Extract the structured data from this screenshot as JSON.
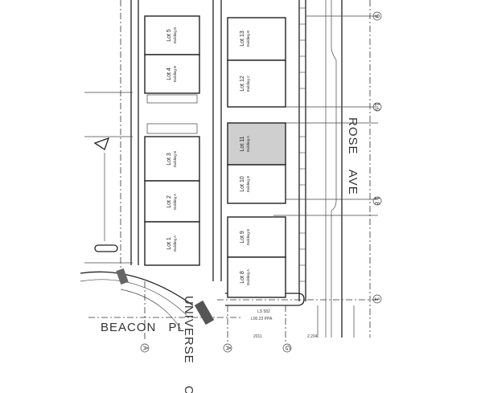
{
  "streets": {
    "rose_ave": "ROSE AVE",
    "beacon_pl": "BEACON PL",
    "universe_cir": "UNIVERSE CIR"
  },
  "lots": [
    {
      "label": "Lot 5",
      "building": "Building B",
      "highlighted": false
    },
    {
      "label": "Lot 4",
      "building": "Building B",
      "highlighted": false
    },
    {
      "label": "Lot 3",
      "building": "Building B",
      "highlighted": false
    },
    {
      "label": "Lot 2",
      "building": "Building A",
      "highlighted": false
    },
    {
      "label": "Lot 1",
      "building": "Building A",
      "highlighted": false
    },
    {
      "label": "Lot 13",
      "building": "Building B",
      "highlighted": false
    },
    {
      "label": "Lot 12",
      "building": "Building C",
      "highlighted": false
    },
    {
      "label": "Lot 11",
      "building": "Building A",
      "highlighted": true
    },
    {
      "label": "Lot 10",
      "building": "Building B",
      "highlighted": false
    },
    {
      "label": "Lot 9",
      "building": "Building B",
      "highlighted": false
    },
    {
      "label": "Lot 8",
      "building": "Building A",
      "highlighted": false
    }
  ],
  "grid_bubbles": {
    "right": [
      "9",
      "1 9",
      "1 8",
      "1"
    ],
    "bottom": [
      "A",
      "A",
      "G"
    ]
  },
  "dimension_notes": [
    "LS 582",
    "L00.23 PPA",
    "2011",
    "2.204"
  ],
  "highlight_color": "#cfcfcf"
}
